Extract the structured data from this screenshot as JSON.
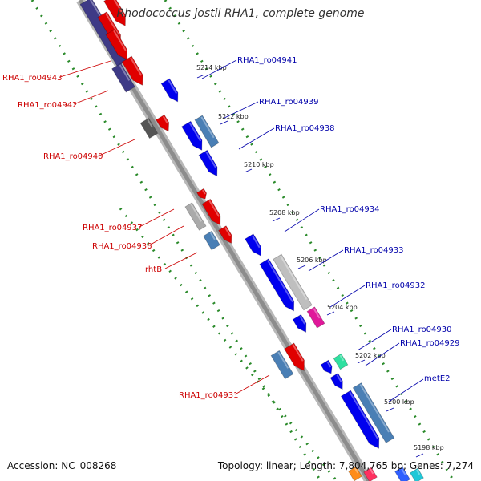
{
  "title": "Rhodococcus jostii RHA1, complete genome",
  "footer": {
    "accession": "Accession: NC_008268",
    "summary": "Topology: linear; Length: 7,804,765 bp; Genes: 7,274"
  },
  "colors": {
    "backbone": "#8c8c8c",
    "ruler": "#2a8a2a",
    "left_label": "#cc0000",
    "right_label": "#0000aa",
    "forward_gene": "#ff0000",
    "reverse_gene": "#0000ee"
  },
  "ticks": [
    "5214 kbp",
    "5212 kbp",
    "5210 kbp",
    "5208 kbp",
    "5206 kbp",
    "5204 kbp",
    "5202 kbp",
    "5200 kbp",
    "5198 kbp"
  ],
  "left_labels": [
    "RHA1_ro04943",
    "RHA1_ro04942",
    "RHA1_ro04940",
    "RHA1_ro04937",
    "RHA1_ro04936",
    "rhtB",
    "RHA1_ro04931"
  ],
  "right_labels": [
    "RHA1_ro04941",
    "RHA1_ro04939",
    "RHA1_ro04938",
    "RHA1_ro04934",
    "RHA1_ro04933",
    "RHA1_ro04932",
    "RHA1_ro04930",
    "RHA1_ro04929",
    "metE2"
  ]
}
